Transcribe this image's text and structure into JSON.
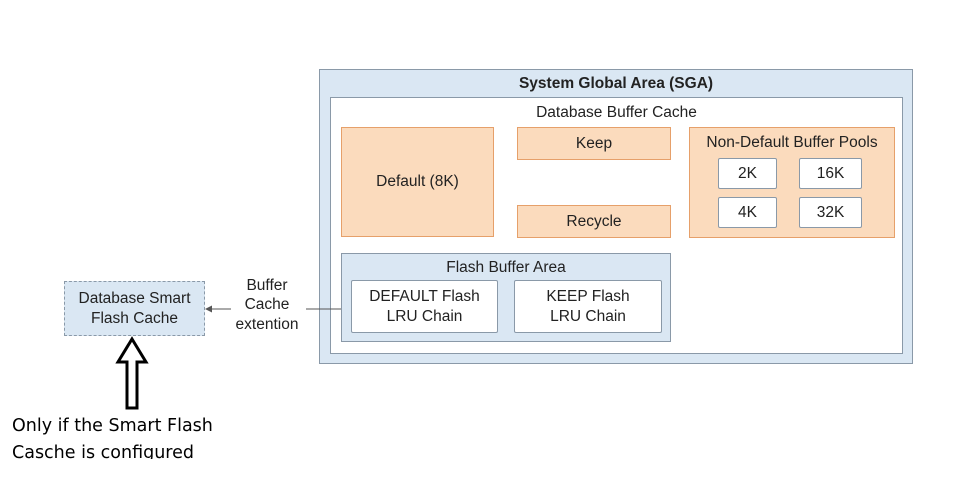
{
  "sga": {
    "title": "System Global Area (SGA)"
  },
  "buffer_cache": {
    "title": "Database Buffer Cache",
    "default": "Default (8K)",
    "keep": "Keep",
    "recycle": "Recycle",
    "non_default": {
      "title": "Non-Default Buffer Pools",
      "pools": [
        "2K",
        "16K",
        "4K",
        "32K"
      ]
    }
  },
  "flash_buffer_area": {
    "title": "Flash Buffer Area",
    "default_chain": [
      "DEFAULT Flash",
      "LRU Chain"
    ],
    "keep_chain": [
      "KEEP Flash",
      "LRU Chain"
    ]
  },
  "smart_flash_cache": {
    "lines": [
      "Database Smart",
      "Flash Cache"
    ]
  },
  "extension_label": {
    "lines": [
      "Buffer",
      "Cache",
      "extention"
    ]
  },
  "note": {
    "lines": [
      "Only if the Smart Flash",
      "Casche is configured"
    ]
  },
  "colors": {
    "sga_fill": "#dae7f3",
    "pool_fill": "#fbdbbd",
    "pool_border": "#e6a06a",
    "border": "#8a99a8"
  }
}
